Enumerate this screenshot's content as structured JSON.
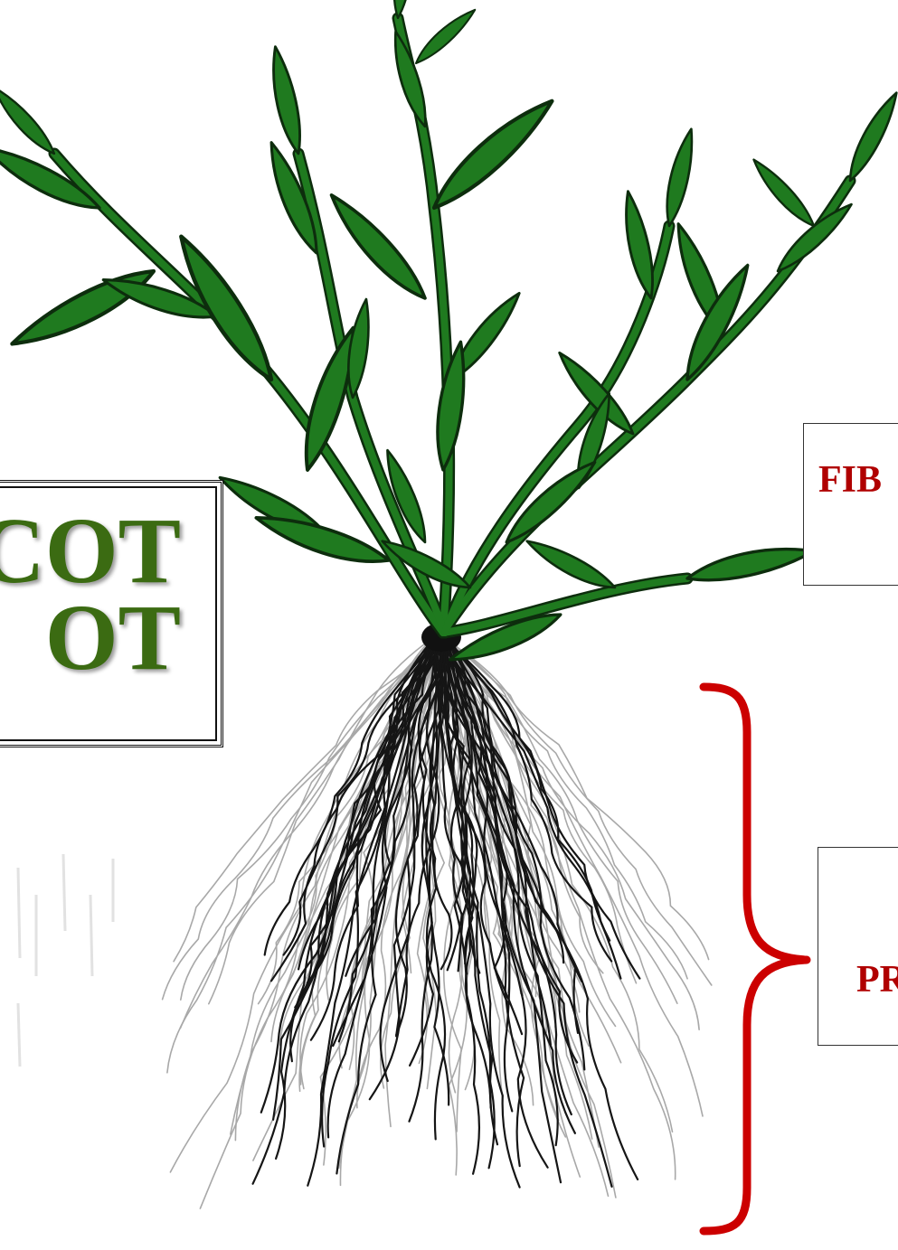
{
  "labels": {
    "monocot_line1": "COT",
    "monocot_line2": "OT",
    "fibrous": "FIB",
    "primary": "PR"
  },
  "colors": {
    "leaf_fill": "#1f7a1f",
    "leaf_stroke": "#0d2d0d",
    "root_dark": "#151515",
    "root_light": "#a8a8a8",
    "brace": "#cc0000",
    "label_red": "#b00000",
    "monocot_green": "#3b6b12"
  }
}
